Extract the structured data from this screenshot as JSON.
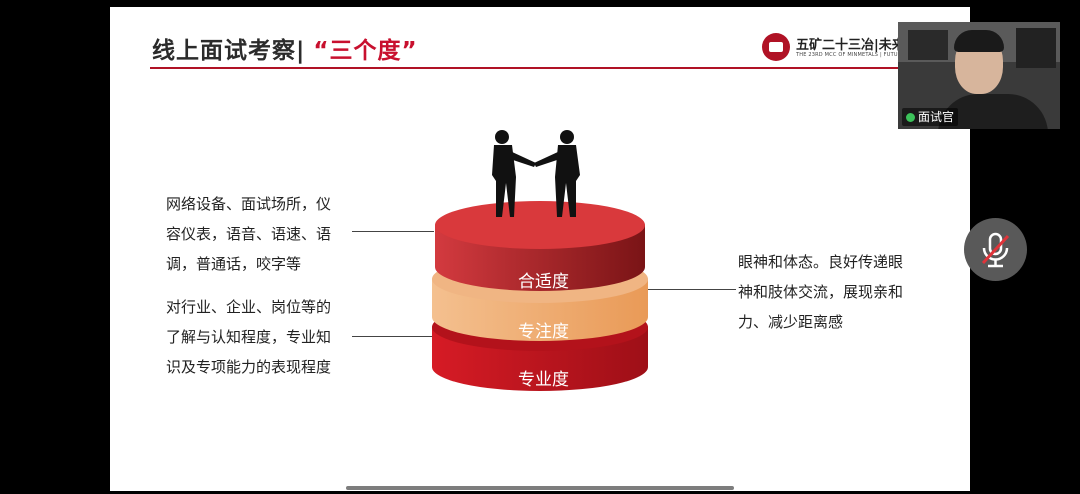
{
  "slide": {
    "title_prefix": "线上面试考察|",
    "title_accent": "“三个度”",
    "logo_text": "五矿二十三冶|未来",
    "logo_subtext": "THE 23RD MCC OF MINMETALS | FUTURE",
    "left_text_1": [
      "网络设备、面试场所，仪",
      "容仪表，语音、语速、语",
      "调，普通话，咬字等"
    ],
    "left_text_2": [
      "对行业、企业、岗位等的",
      "了解与认知程度，专业知",
      "识及专项能力的表现程度"
    ],
    "right_text": [
      "眼神和体态。良好传递眼",
      "神和肢体交流，展现亲和",
      "力、减少距离感"
    ],
    "layers": [
      "合适度",
      "专注度",
      "专业度"
    ],
    "colors": {
      "brand_red": "#b01225",
      "top_layer": "#c92a33",
      "middle_layer": "#f0b583",
      "bottom_layer": "#c1121f"
    }
  },
  "webcam": {
    "label": "面试官"
  },
  "icons": {
    "mic_button": "mic-muted-icon",
    "webcam_mic": "mic-icon"
  }
}
